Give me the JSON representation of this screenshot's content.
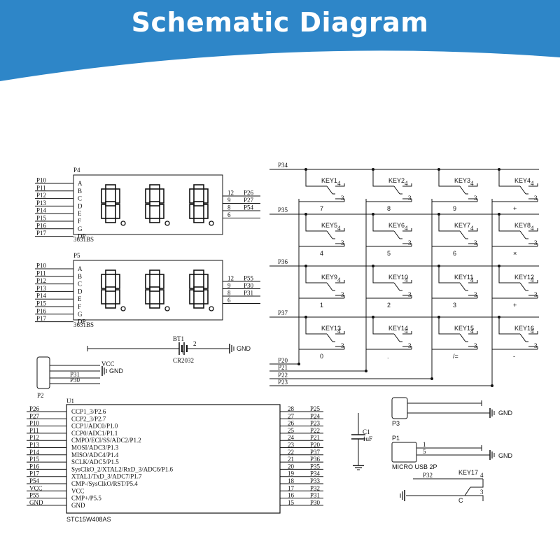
{
  "header": {
    "title": "Schematic Diagram",
    "bg_color": "#2e86c8"
  },
  "displays": [
    {
      "ref": "P4",
      "part": "3631BS",
      "left_pins": [
        "P10",
        "P11",
        "P12",
        "P13",
        "P14",
        "P15",
        "P16",
        "P17"
      ],
      "seg_labels": [
        "A",
        "B",
        "C",
        "D",
        "E",
        "F",
        "G",
        "DP"
      ],
      "right_nums": [
        "12",
        "9",
        "8",
        "6"
      ],
      "right_nets": [
        "P26",
        "P27",
        "P54",
        ""
      ]
    },
    {
      "ref": "P5",
      "part": "3631BS",
      "left_pins": [
        "P10",
        "P11",
        "P12",
        "P13",
        "P14",
        "P15",
        "P16",
        "P17"
      ],
      "seg_labels": [
        "A",
        "B",
        "C",
        "D",
        "E",
        "F",
        "G",
        "DP"
      ],
      "right_nums": [
        "12",
        "9",
        "8",
        "6"
      ],
      "right_nets": [
        "P55",
        "P30",
        "P31",
        ""
      ]
    }
  ],
  "battery": {
    "ref": "BT1",
    "part": "CR2032",
    "plus": "+",
    "pin": "2",
    "gnd": "GND"
  },
  "p2": {
    "ref": "P2",
    "pins": [
      "VCC",
      "GND",
      "P31",
      "P30"
    ]
  },
  "keypad": {
    "row_nets": [
      "P34",
      "P35",
      "P36",
      "P37"
    ],
    "col_nets": [
      "P20",
      "P21",
      "P22",
      "P23"
    ],
    "pin_a": "4",
    "pin_b": "3",
    "keys": [
      [
        "KEY1",
        "KEY2",
        "KEY3",
        "KEY4"
      ],
      [
        "KEY5",
        "KEY6",
        "KEY7",
        "KEY8"
      ],
      [
        "KEY9",
        "KEY10",
        "KEY11",
        "KEY12"
      ],
      [
        "KEY13",
        "KEY14",
        "KEY15",
        "KEY16"
      ]
    ],
    "symbols": [
      [
        "7",
        "8",
        "9",
        "+"
      ],
      [
        "4",
        "5",
        "6",
        "×"
      ],
      [
        "1",
        "2",
        "3",
        "+"
      ],
      [
        "0",
        ".",
        "/=",
        "-"
      ]
    ]
  },
  "mcu": {
    "ref": "U1",
    "part": "STC15W408AS",
    "left_nets": [
      "P26",
      "P27",
      "P10",
      "P11",
      "P12",
      "P13",
      "P14",
      "P15",
      "P16",
      "P17",
      "P54",
      "VCC",
      "P55",
      "GND"
    ],
    "left_funcs": [
      "CCP1_3/P2.6",
      "CCP2_3/P2.7",
      "CCP1/ADC0/P1.0",
      "CCP0/ADC1/P1.1",
      "CMPO/ECI/SS/ADC2/P1.2",
      "MOSI/ADC3/P1.3",
      "MISO/ADC4/P1.4",
      "SCLK/ADC5/P1.5",
      "SysClkO_2/XTAL2/RxD_3/ADC6/P1.6",
      "XTAL1/TxD_3/ADC7/P1.7",
      "CMP-/SysClkO/RST/P5.4",
      "VCC",
      "CMP+/P5.5",
      "GND"
    ],
    "right_pins": [
      "28",
      "27",
      "26",
      "25",
      "24",
      "23",
      "22",
      "21",
      "20",
      "19",
      "18",
      "17",
      "16",
      "15"
    ],
    "right_nets": [
      "P25",
      "P24",
      "P23",
      "P22",
      "P21",
      "P20",
      "P37",
      "P36",
      "P35",
      "P34",
      "P33",
      "P32",
      "P31",
      "P30"
    ]
  },
  "cap": {
    "ref": "C1",
    "value": "1uF"
  },
  "p3": {
    "ref": "P3",
    "gnd": "GND"
  },
  "usb": {
    "ref": "P1",
    "pins": [
      "1",
      "5"
    ],
    "part": "MICRO USB 2P",
    "gnd": "GND"
  },
  "key17": {
    "ref": "KEY17",
    "net": "P32",
    "pin_a": "4",
    "pin_b": "3",
    "symbol": "C"
  }
}
